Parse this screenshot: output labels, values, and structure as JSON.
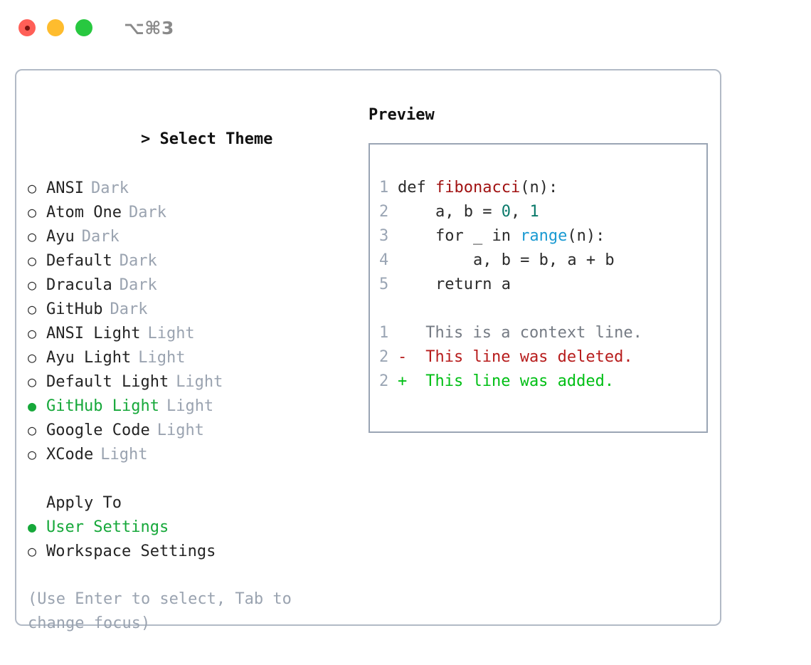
{
  "titlebar": {
    "traffic_lights": [
      "close",
      "minimize",
      "zoom"
    ],
    "shortcut": "⌥⌘3"
  },
  "theme_selector": {
    "header_prefix": "> ",
    "header": "Select Theme",
    "bullet_unselected": "○",
    "bullet_selected": "●",
    "items": [
      {
        "name": "ANSI",
        "variant": "Dark",
        "selected": false
      },
      {
        "name": "Atom One",
        "variant": "Dark",
        "selected": false
      },
      {
        "name": "Ayu",
        "variant": "Dark",
        "selected": false
      },
      {
        "name": "Default",
        "variant": "Dark",
        "selected": false
      },
      {
        "name": "Dracula",
        "variant": "Dark",
        "selected": false
      },
      {
        "name": "GitHub",
        "variant": "Dark",
        "selected": false
      },
      {
        "name": "ANSI Light",
        "variant": "Light",
        "selected": false
      },
      {
        "name": "Ayu Light",
        "variant": "Light",
        "selected": false
      },
      {
        "name": "Default Light",
        "variant": "Light",
        "selected": false
      },
      {
        "name": "GitHub Light",
        "variant": "Light",
        "selected": true
      },
      {
        "name": "Google Code",
        "variant": "Light",
        "selected": false
      },
      {
        "name": "XCode",
        "variant": "Light",
        "selected": false
      }
    ]
  },
  "apply_to": {
    "header": "Apply To",
    "items": [
      {
        "name": "User Settings",
        "selected": true
      },
      {
        "name": "Workspace Settings",
        "selected": false
      }
    ]
  },
  "hint": "(Use Enter to select, Tab to change focus)",
  "preview": {
    "title": "Preview",
    "code_lines": [
      {
        "no": "1",
        "segments": [
          {
            "t": "def ",
            "c": "plain"
          },
          {
            "t": "fibonacci",
            "c": "fn"
          },
          {
            "t": "(n):",
            "c": "plain"
          }
        ]
      },
      {
        "no": "2",
        "segments": [
          {
            "t": "    a, b = ",
            "c": "plain"
          },
          {
            "t": "0",
            "c": "num"
          },
          {
            "t": ", ",
            "c": "plain"
          },
          {
            "t": "1",
            "c": "num"
          }
        ]
      },
      {
        "no": "3",
        "segments": [
          {
            "t": "    for _ in ",
            "c": "plain"
          },
          {
            "t": "range",
            "c": "call"
          },
          {
            "t": "(n):",
            "c": "plain"
          }
        ]
      },
      {
        "no": "4",
        "segments": [
          {
            "t": "        a, b = b, a + b",
            "c": "plain"
          }
        ]
      },
      {
        "no": "5",
        "segments": [
          {
            "t": "    return a",
            "c": "plain"
          }
        ]
      }
    ],
    "diff_lines": [
      {
        "no": "1",
        "marker": " ",
        "text": " This is a context line.",
        "kind": "ctx"
      },
      {
        "no": "2",
        "marker": "-",
        "text": " This line was deleted.",
        "kind": "del"
      },
      {
        "no": "2",
        "marker": "+",
        "text": " This line was added.",
        "kind": "add"
      }
    ]
  },
  "colors": {
    "selected_green": "#16a83a",
    "diff_add_green": "#00bf15",
    "diff_del_red": "#b71c1c",
    "token_function_red": "#a11212",
    "token_number_teal": "#0b7a6b",
    "token_call_blue": "#1a9ad2",
    "muted_gray": "#9aa3b0",
    "border_gray": "#b2bac6"
  }
}
